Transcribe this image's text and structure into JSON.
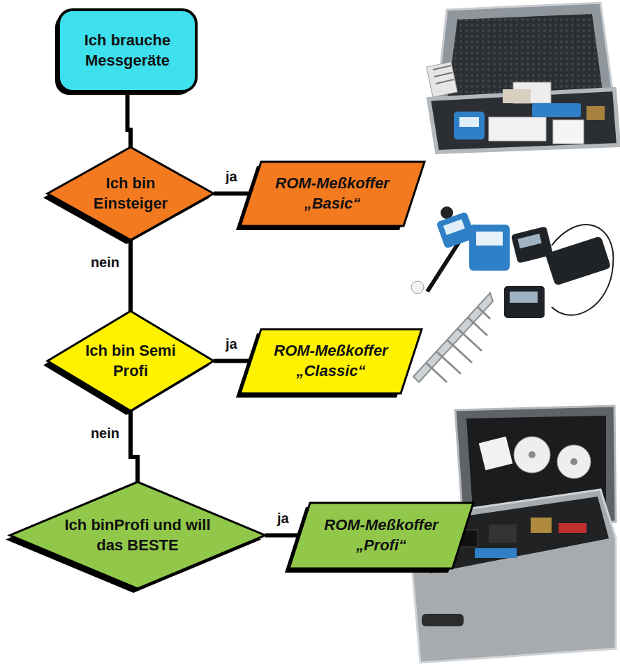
{
  "diagram": {
    "nodes": [
      {
        "text": [
          "Ich brauche Messgeräte"
        ]
      },
      {
        "text": [
          "Ich bin Einsteiger"
        ]
      },
      {
        "text": [
          "ROM-Meßkoffer „Basic“"
        ]
      },
      {
        "text": [
          "Ich bin Semi Profi"
        ]
      },
      {
        "text": [
          "ROM-Meßkoffer „Classic“"
        ]
      },
      {
        "text": [
          "Ich binProfi und will das BESTE"
        ]
      },
      {
        "text": [
          "ROM-Meßkoffer „Profi“"
        ]
      }
    ],
    "edges": [
      {
        "from": 0,
        "to": 1,
        "arrow": "none"
      },
      {
        "from": 1,
        "to": 2,
        "label": "ja",
        "arrow": "none"
      },
      {
        "from": 1,
        "to": 3,
        "label": "nein",
        "arrow": "none"
      },
      {
        "from": 3,
        "to": 4,
        "label": "ja",
        "arrow": "none"
      },
      {
        "from": 3,
        "to": 5,
        "label": "nein",
        "arrow": "none"
      },
      {
        "from": 5,
        "to": 6,
        "label": "ja",
        "arrow": "none"
      }
    ]
  }
}
